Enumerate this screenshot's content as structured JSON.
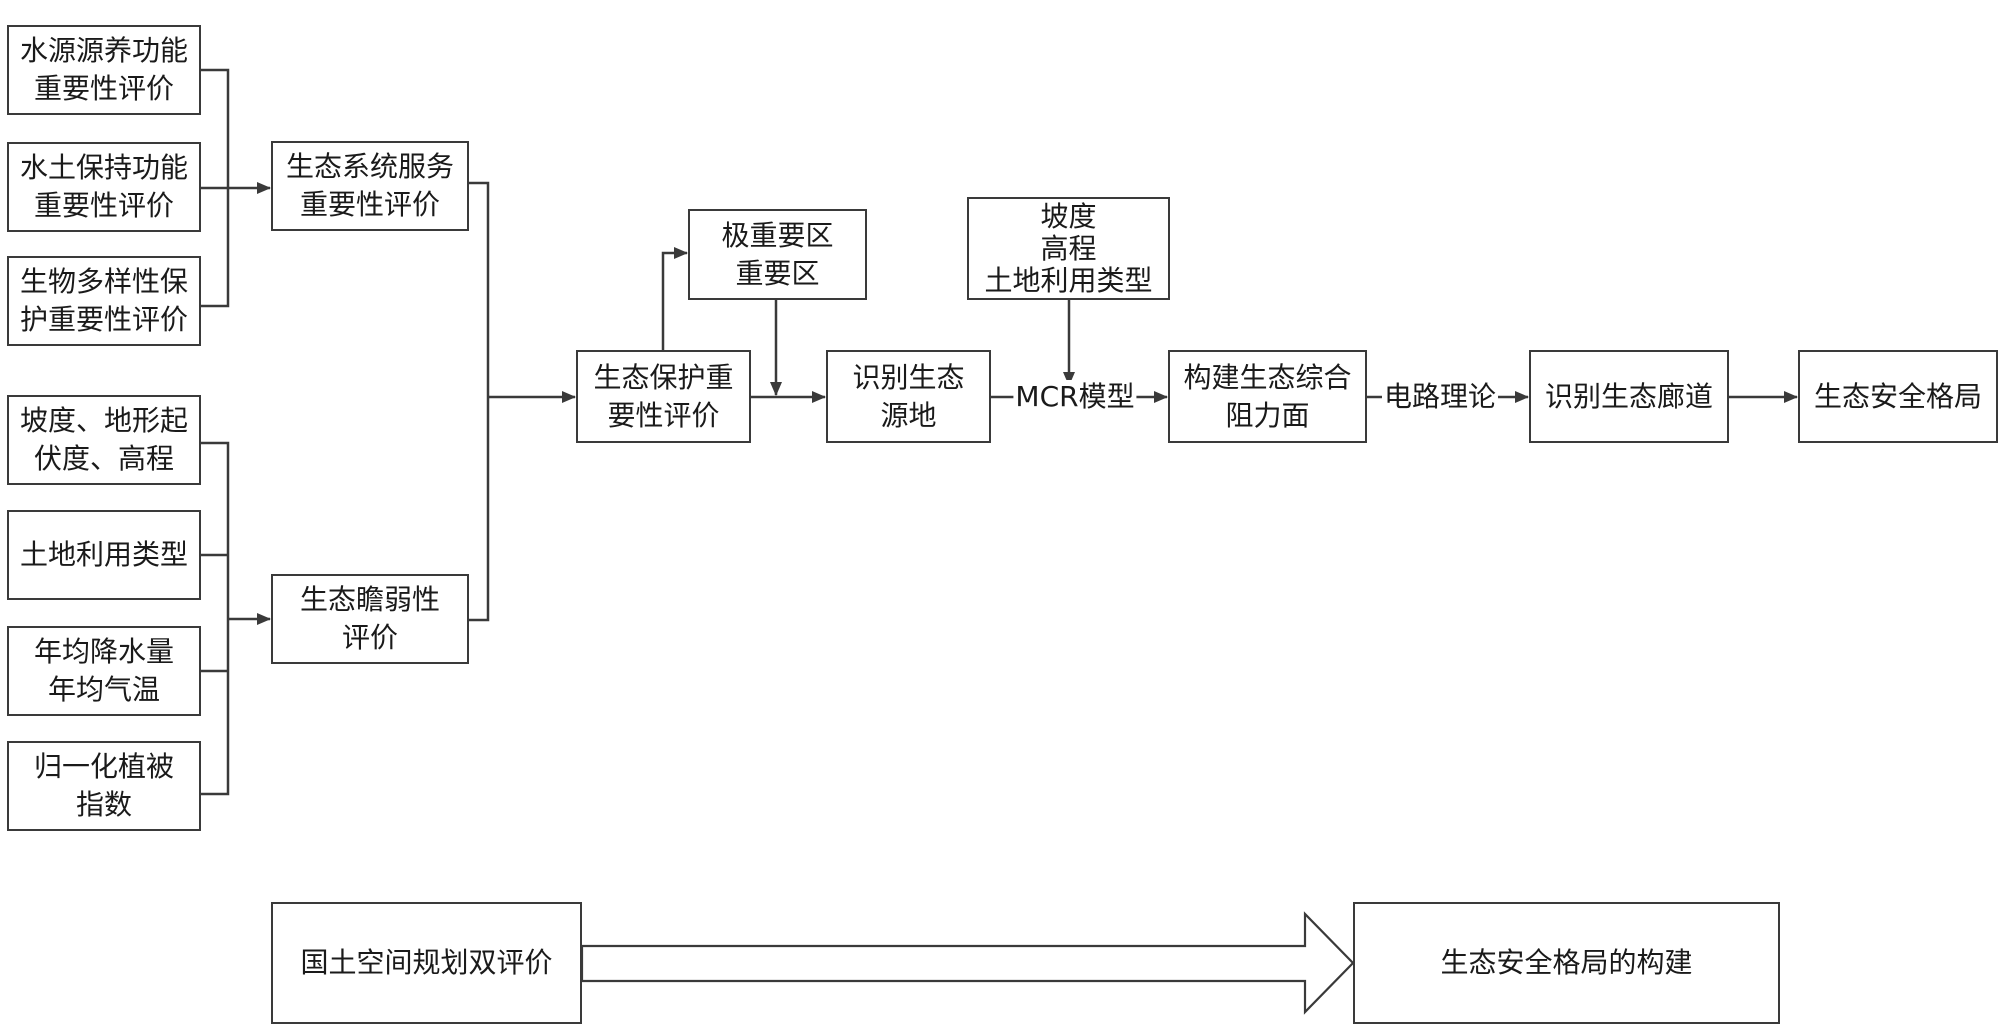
{
  "nodes": {
    "water_conservation": "水源源养功能\n重要性评价",
    "soil_conservation": "水土保持功能\n重要性评价",
    "biodiversity": "生物多样性保\n护重要性评价",
    "ecosystem_service": "生态系统服务\n重要性评价",
    "slope_terrain": "坡度、地形起\n伏度、高程",
    "land_use": "土地利用类型",
    "precip_temp": "年均降水量\n年均气温",
    "ndvi": "归一化植被\n指数",
    "vulnerability": "生态瞻弱性\n评价",
    "protection_importance": "生态保护重\n要性评价",
    "zones": "极重要区\n重要区",
    "identify_sources": "识别生态\n源地",
    "resistance_factors": "坡度\n高程\n土地利用类型",
    "resistance_surface": "构建生态综合\n阻力面",
    "identify_corridors": "识别生态廊道",
    "security_pattern": "生态安全格局",
    "dual_evaluation": "国土空间规划双评价",
    "pattern_construction": "生态安全格局的构建"
  },
  "edge_labels": {
    "mcr": "MCR模型",
    "circuit": "电路理论"
  }
}
